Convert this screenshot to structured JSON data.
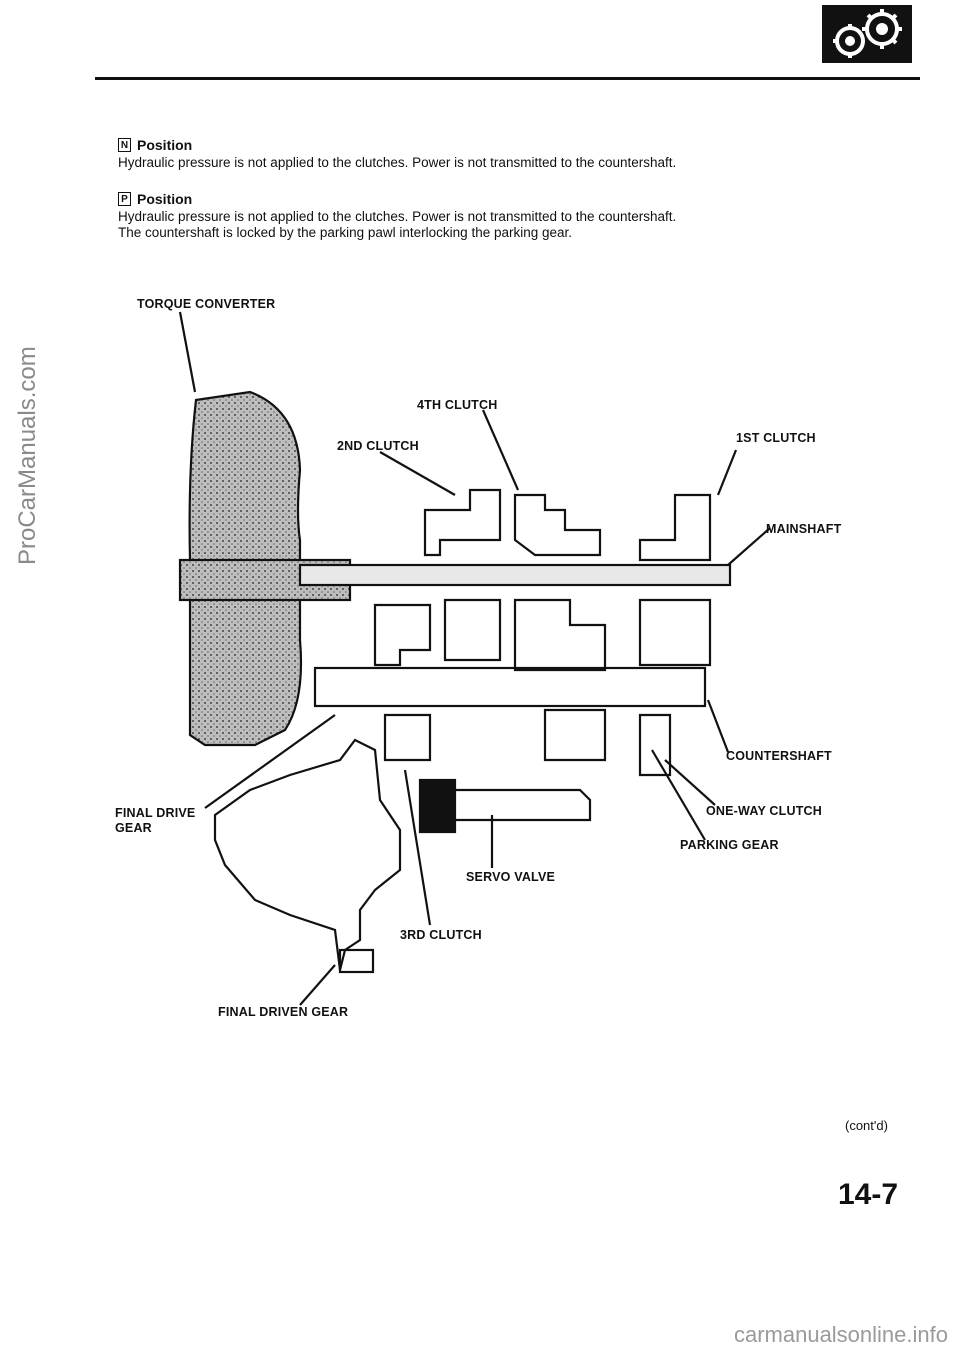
{
  "header": {
    "badge_icon": "gear-icon"
  },
  "positions": [
    {
      "key": "N",
      "title": "Position",
      "text": [
        "Hydraulic pressure is not applied to the clutches. Power is not transmitted to the countershaft."
      ]
    },
    {
      "key": "P",
      "title": "Position",
      "text": [
        "Hydraulic pressure is not applied to the clutches. Power is not transmitted to the countershaft.",
        "The countershaft is locked by the parking pawl interlocking the parking gear."
      ]
    }
  ],
  "diagram": {
    "labels": {
      "torque_converter": "TORQUE CONVERTER",
      "clutch_4th": "4TH CLUTCH",
      "clutch_2nd": "2ND CLUTCH",
      "clutch_1st": "1ST CLUTCH",
      "mainshaft": "MAINSHAFT",
      "countershaft": "COUNTERSHAFT",
      "one_way_clutch": "ONE-WAY CLUTCH",
      "parking_gear": "PARKING GEAR",
      "final_drive_gear_1": "FINAL DRIVE",
      "final_drive_gear_2": "GEAR",
      "servo_valve": "SERVO VALVE",
      "clutch_3rd": "3RD CLUTCH",
      "final_driven_gear": "FINAL DRIVEN GEAR"
    }
  },
  "footer": {
    "contd": "(cont'd)",
    "page_number": "14-7"
  },
  "watermarks": {
    "side": "ProCarManuals.com",
    "bottom": "carmanualsonline.info"
  }
}
